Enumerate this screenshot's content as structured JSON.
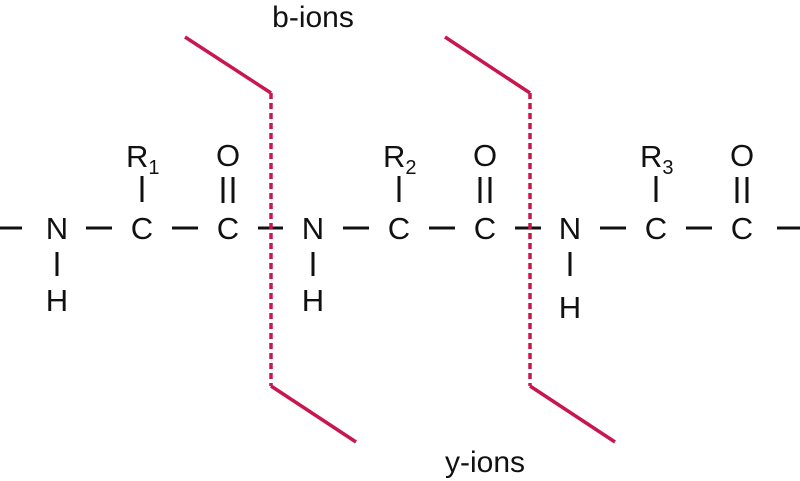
{
  "diagram": {
    "type": "peptide backbone fragmentation",
    "labels": {
      "top": "b-ions",
      "bottom": "y-ions"
    },
    "residues": [
      {
        "n": "N",
        "h": "H",
        "ca": "C",
        "r": "R",
        "r_sub": "1",
        "co_c": "C",
        "co_o": "O"
      },
      {
        "n": "N",
        "h": "H",
        "ca": "C",
        "r": "R",
        "r_sub": "2",
        "co_c": "C",
        "co_o": "O"
      },
      {
        "n": "N",
        "h": "H",
        "ca": "C",
        "r": "R",
        "r_sub": "3",
        "co_c": "C",
        "co_o": "O"
      }
    ],
    "cleavage_sites": [
      {
        "between": "C(1)-N(2)",
        "b_ion_side": "left",
        "y_ion_side": "right"
      },
      {
        "between": "C(2)-N(3)",
        "b_ion_side": "left",
        "y_ion_side": "right"
      }
    ],
    "colors": {
      "cleavage_line": "#c8174f",
      "atoms": "#111111"
    }
  }
}
